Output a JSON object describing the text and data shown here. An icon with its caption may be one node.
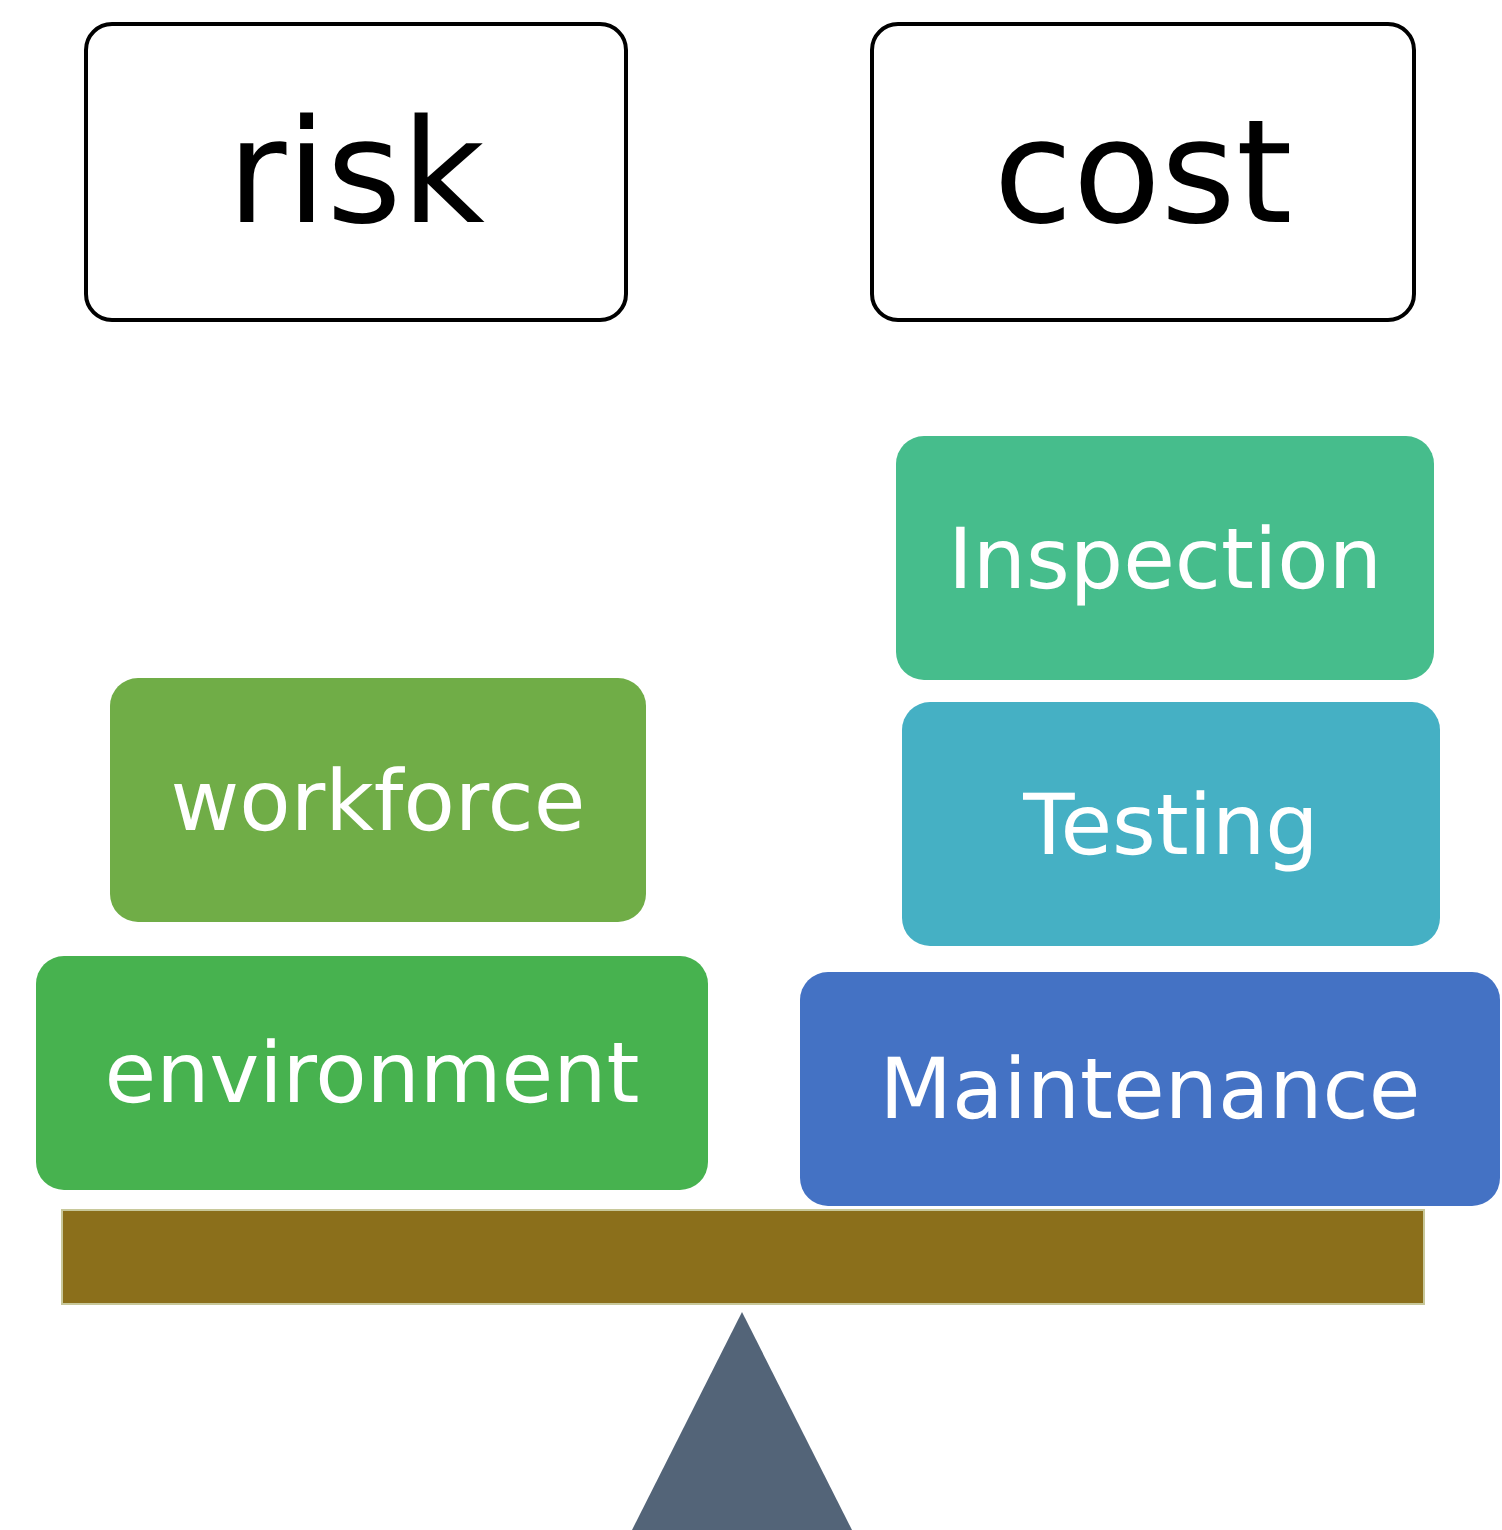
{
  "diagram": {
    "nodes": [
      {
        "text": [
          "risk"
        ]
      },
      {
        "text": [
          "cost"
        ]
      },
      {
        "text": [
          "workforce"
        ]
      },
      {
        "text": [
          "environment"
        ]
      },
      {
        "text": [
          "Inspection"
        ]
      },
      {
        "text": [
          "Testing"
        ]
      },
      {
        "text": [
          "Maintenance"
        ]
      }
    ]
  }
}
